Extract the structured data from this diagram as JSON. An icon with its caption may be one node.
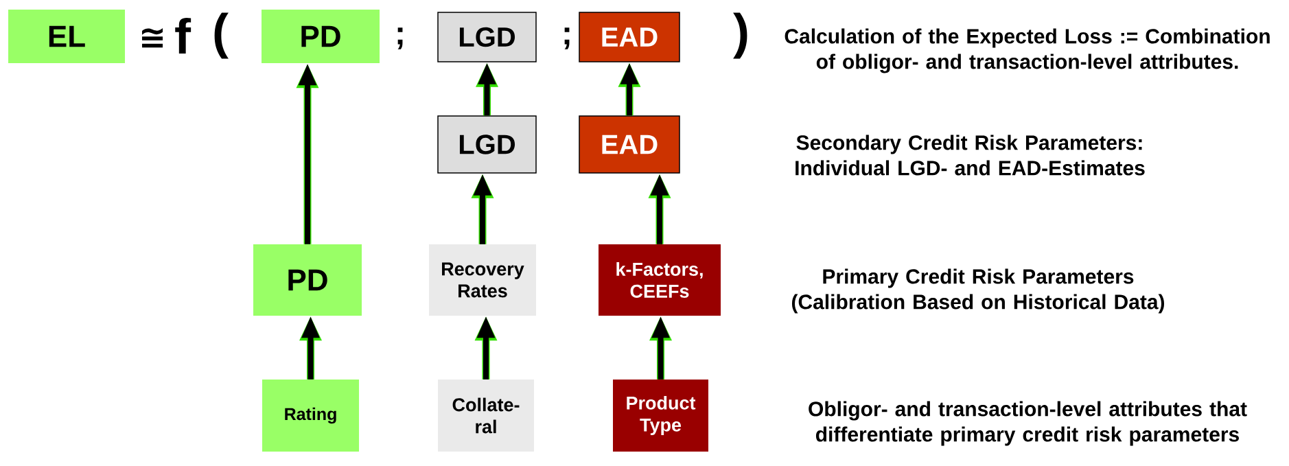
{
  "diagram": {
    "nodes": [
      {
        "text": [
          "EL"
        ]
      },
      {
        "text": [
          "PD"
        ]
      },
      {
        "text": [
          "LGD"
        ]
      },
      {
        "text": [
          "EAD"
        ]
      },
      {
        "text": [
          "LGD"
        ]
      },
      {
        "text": [
          "EAD"
        ]
      },
      {
        "text": [
          "PD"
        ]
      },
      {
        "text": [
          "Recovery Rates"
        ]
      },
      {
        "text": [
          "k-Factors, CEEFs"
        ]
      },
      {
        "text": [
          "Rating"
        ]
      },
      {
        "text": [
          "Collate- ral"
        ]
      },
      {
        "text": [
          "Product Type"
        ]
      }
    ],
    "edges": [
      {
        "from": 6,
        "to": 1,
        "arrow": "to"
      },
      {
        "from": 4,
        "to": 2,
        "arrow": "to"
      },
      {
        "from": 5,
        "to": 3,
        "arrow": "to"
      },
      {
        "from": 7,
        "to": 4,
        "arrow": "to"
      },
      {
        "from": 8,
        "to": 5,
        "arrow": "to"
      },
      {
        "from": 9,
        "to": 6,
        "arrow": "to"
      },
      {
        "from": 10,
        "to": 7,
        "arrow": "to"
      },
      {
        "from": 11,
        "to": 8,
        "arrow": "to"
      }
    ],
    "labels": [
      "≅",
      "f",
      "(",
      ";",
      ";",
      ")",
      "Calculation of the Expected Loss := Combination of obligor- and transaction-level attributes.",
      "Secondary Credit Risk Parameters: Individual LGD- and EAD-Estimates",
      "Primary Credit Risk Parameters (Calibration Based on Historical Data)",
      "Obligor- and transaction-level attributes that differentiate primary credit risk parameters"
    ]
  }
}
